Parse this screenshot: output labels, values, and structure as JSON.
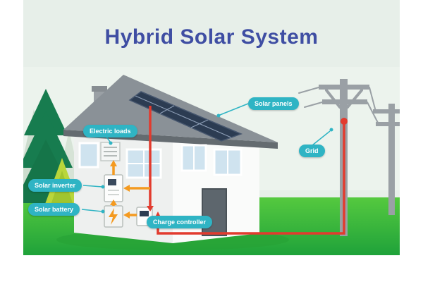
{
  "title": "Hybrid Solar System",
  "labels": {
    "solar_panels": "Solar panels",
    "grid": "Grid",
    "electric_loads": "Electric loads",
    "solar_inverter": "Solar inverter",
    "solar_battery": "Solar battery",
    "charge_controller": "Charge controller"
  },
  "colors": {
    "title": "#3f4ea3",
    "label_bg": "#2fb4c4",
    "label_text": "#ffffff",
    "wire_red": "#e23b2e",
    "wire_orange": "#f49a20",
    "grass": "#3fbf3a",
    "sky": "#e7efe9",
    "roof": "#8a9197",
    "solar_panel": "#2c3c52",
    "pole": "#9aa0a5",
    "tree_dark": "#177c4f",
    "tree_light": "#b9d63b"
  }
}
